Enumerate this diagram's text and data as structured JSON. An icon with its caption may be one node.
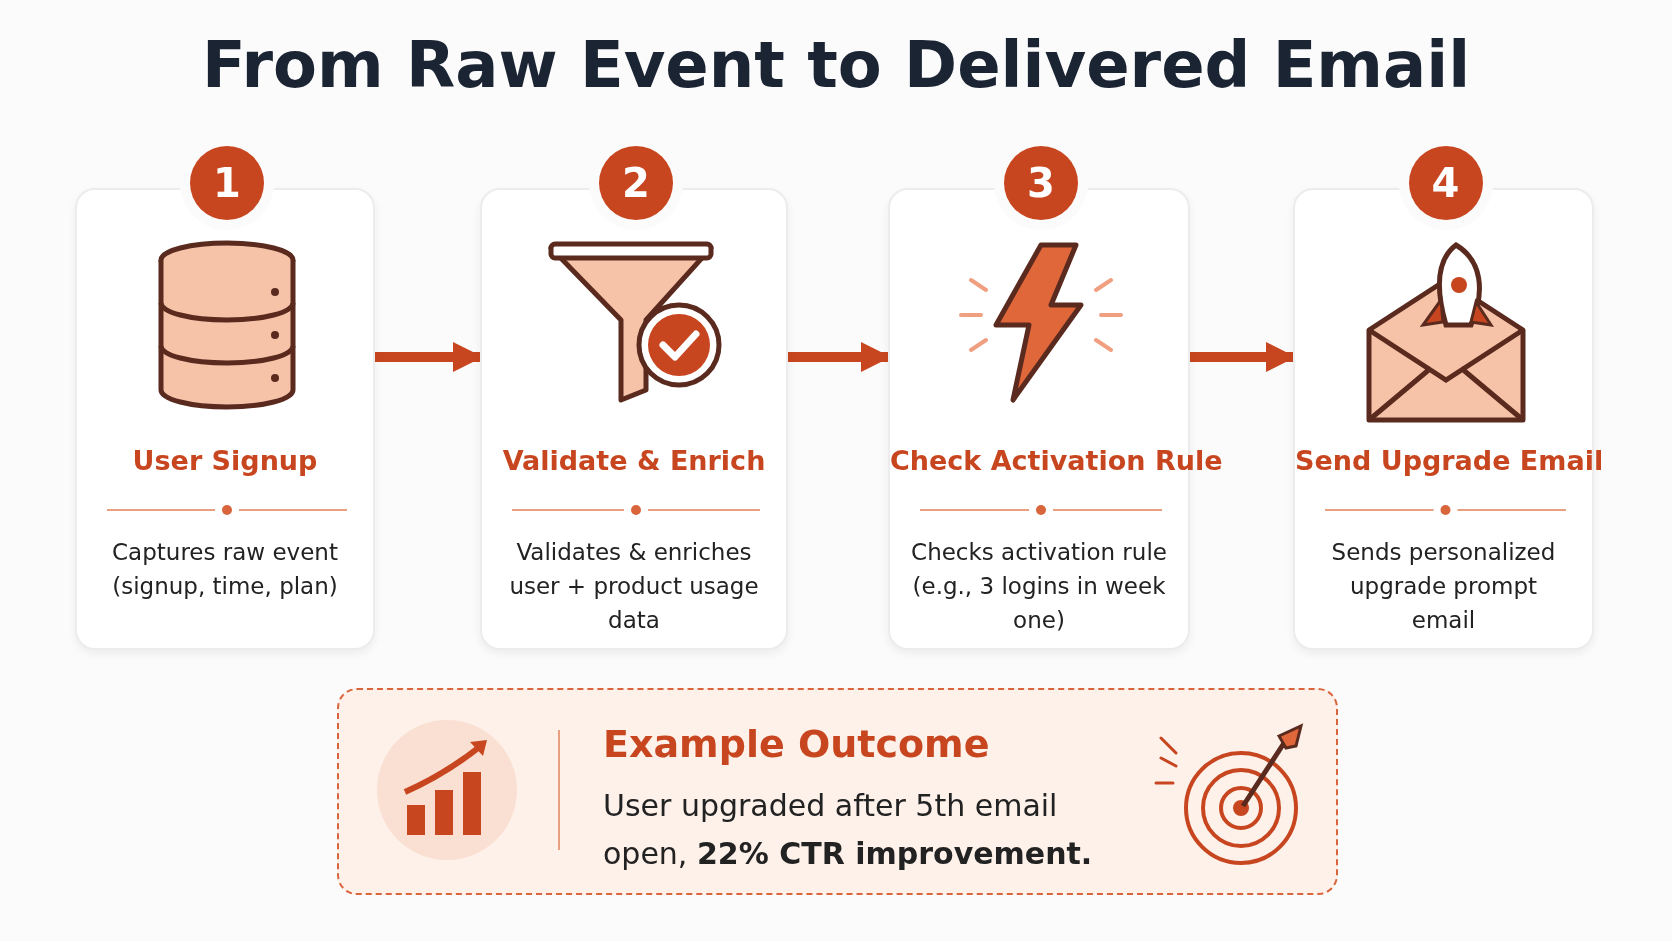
{
  "diagram": {
    "title": "From Raw Event to Delivered Email",
    "nodes": [
      {
        "text": [
          "1",
          "User Signup",
          "Captures raw event (signup, time, plan)"
        ]
      },
      {
        "text": [
          "2",
          "Validate & Enrich",
          "Validates & enriches user + product usage data"
        ]
      },
      {
        "text": [
          "3",
          "Check Activation Rule",
          "Checks activation rule (e.g., 3 logins in week one)"
        ]
      },
      {
        "text": [
          "4",
          "Send Upgrade Email",
          "Sends personalized upgrade prompt email"
        ]
      },
      {
        "text": [
          "Example Outcome",
          "User upgraded after 5th email open, **22% CTR improvement.**"
        ]
      }
    ],
    "edges": [
      {
        "from": 0,
        "to": 1,
        "arrow": "to"
      },
      {
        "from": 1,
        "to": 2,
        "arrow": "to"
      },
      {
        "from": 2,
        "to": 3,
        "arrow": "to"
      }
    ]
  }
}
